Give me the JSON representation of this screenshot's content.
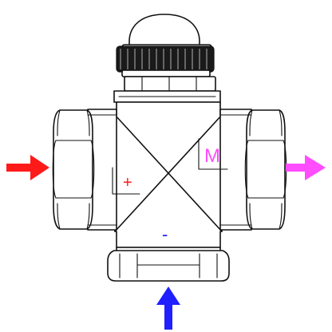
{
  "labels": {
    "plus": "+",
    "minus": "-",
    "mix": "M"
  },
  "colors": {
    "hot_inlet": "#ff1a1a",
    "mixed_outlet": "#ff4dff",
    "cold_inlet": "#1f1fff",
    "outline": "#111111",
    "fill": "#ffffff",
    "knob": "#1a1a1a"
  },
  "arrows": [
    {
      "name": "left-inlet-arrow",
      "direction": "right"
    },
    {
      "name": "right-outlet-arrow",
      "direction": "right"
    },
    {
      "name": "bottom-inlet-arrow",
      "direction": "up"
    }
  ]
}
